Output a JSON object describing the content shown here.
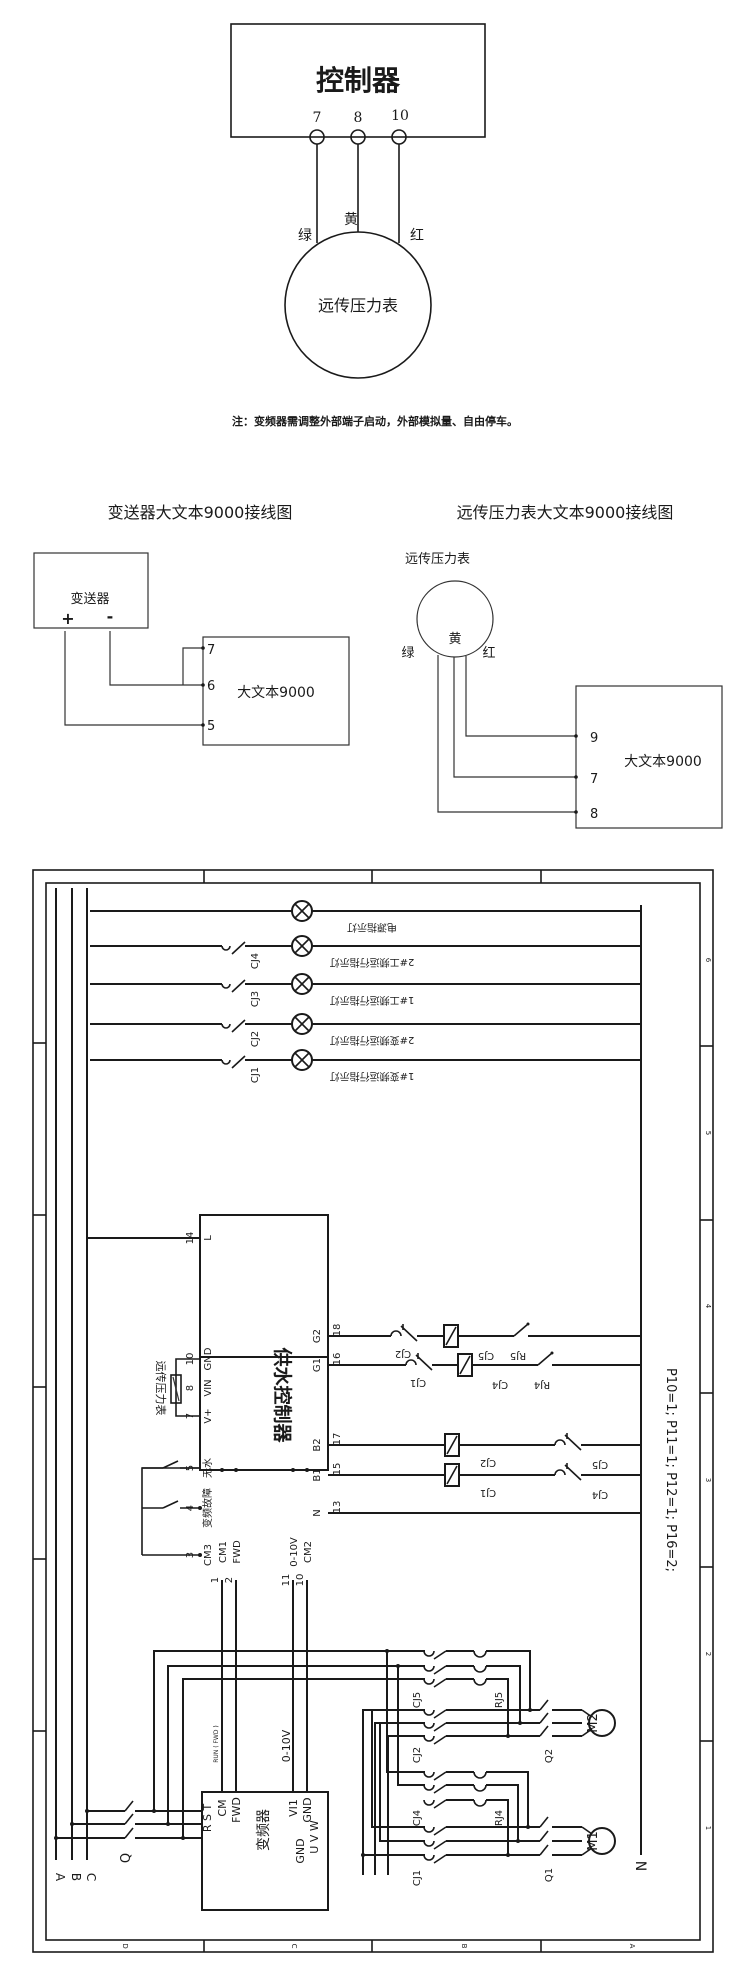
{
  "top_diagram": {
    "controller_label": "控制器",
    "terminals": [
      "7",
      "8",
      "10"
    ],
    "wire_colors": [
      "绿",
      "黄",
      "红"
    ],
    "gauge_label": "远传压力表"
  },
  "note": "注：变频器需调整外部端子启动，外部模拟量、自由停车。",
  "transmitter_diagram": {
    "title": "变送器大文本9000接线图",
    "transmitter_label": "变送器",
    "plus": "+",
    "minus": "-",
    "device_label": "大文本9000",
    "terminals": [
      "7",
      "6",
      "5"
    ]
  },
  "gauge_diagram": {
    "title": "远传压力表大文本9000接线图",
    "gauge_label": "远传压力表",
    "wire_colors": [
      "绿",
      "黄",
      "红"
    ],
    "device_label": "大文本9000",
    "terminals": [
      "9",
      "7",
      "8"
    ]
  },
  "schematic": {
    "indicator_lamps": [
      {
        "contact": "",
        "label": "电源指示灯"
      },
      {
        "contact": "CJ4",
        "label": "2#工频运行指示灯"
      },
      {
        "contact": "CJ3",
        "label": "1#工频运行指示灯"
      },
      {
        "contact": "CJ2",
        "label": "2#变频运行指示灯"
      },
      {
        "contact": "CJ1",
        "label": "1#变频运行指示灯"
      }
    ],
    "controller": {
      "label": "供水控制器",
      "left_pins": [
        {
          "num": "14",
          "name": "L"
        },
        {
          "num": "10",
          "name": "GND"
        },
        {
          "num": "8",
          "name": "VIN"
        },
        {
          "num": "7",
          "name": "V+"
        },
        {
          "num": "5",
          "name": "无水"
        },
        {
          "num": "4",
          "name": "变频故障"
        },
        {
          "num": "3",
          "name": "CM3"
        }
      ],
      "right_pins": [
        {
          "num": "18",
          "name": "G2"
        },
        {
          "num": "16",
          "name": "G1"
        },
        {
          "num": "17",
          "name": "B2"
        },
        {
          "num": "15",
          "name": "B1"
        },
        {
          "num": "13",
          "name": "N"
        }
      ],
      "bottom_pins": [
        {
          "num": "1",
          "name": "CM1"
        },
        {
          "num": "2",
          "name": "FWD"
        },
        {
          "num": "11",
          "name": "0-10V"
        },
        {
          "num": "10",
          "name": "CM2"
        }
      ],
      "gauge_label": "远传压力表"
    },
    "relay_rows": [
      {
        "nc": "CJ2",
        "coil": "CJ5",
        "thermal": "RJ5"
      },
      {
        "nc": "CJ1",
        "coil": "CJ4",
        "thermal": "RJ4"
      },
      {
        "coil": "CJ2",
        "nc": "CJ5"
      },
      {
        "coil": "CJ1",
        "nc": "CJ4"
      }
    ],
    "params": "P10=1;  P11=1;  P12=1;  P16=2;",
    "vfd": {
      "label": "变频器",
      "top_pins": [
        "CM",
        "FWD",
        "VI1",
        "GND"
      ],
      "run_label": "RUN ( FWD )",
      "analog_label": "0-10V",
      "input_pins": "R S T",
      "output_pins": [
        "GND",
        "U V W"
      ]
    },
    "contactors": [
      "CJ5",
      "CJ2",
      "CJ4",
      "CJ1"
    ],
    "thermals": [
      "RJ5",
      "RJ4"
    ],
    "breakers": [
      "Q",
      "Q2",
      "Q1"
    ],
    "motors": [
      "M2",
      "M1"
    ],
    "phases": [
      "A",
      "B",
      "C"
    ],
    "neutral": "N",
    "border_cols": [
      "D",
      "C",
      "B",
      "A"
    ],
    "border_rows": [
      "6",
      "5",
      "4",
      "3",
      "2",
      "1"
    ]
  }
}
